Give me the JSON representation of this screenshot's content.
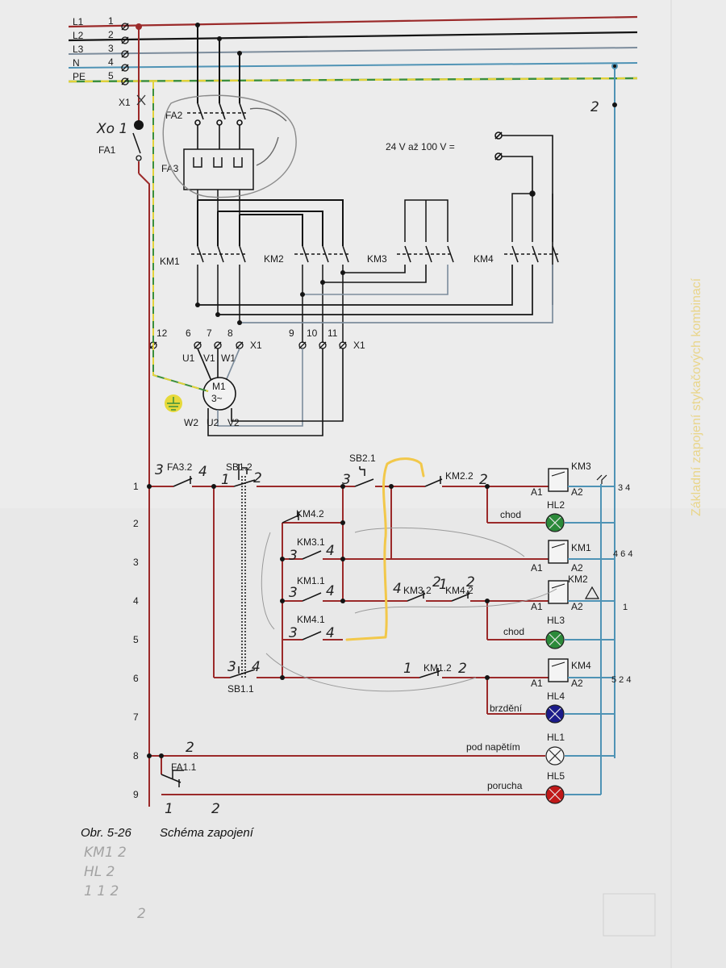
{
  "bus_labels": [
    {
      "name": "L1",
      "num": "1"
    },
    {
      "name": "L2",
      "num": "2"
    },
    {
      "name": "L3",
      "num": "3"
    },
    {
      "name": "N",
      "num": "4"
    },
    {
      "name": "PE",
      "num": "5"
    }
  ],
  "labels": {
    "x1_top": "X1",
    "fa2": "FA2",
    "fa3": "FA3",
    "fa1": "FA1",
    "supply": "24 V až 100 V =",
    "km1": "KM1",
    "km2": "KM2",
    "km3": "KM3",
    "km4": "KM4",
    "t12": "12",
    "t6": "6",
    "t7": "7",
    "t8": "8",
    "x1a": "X1",
    "t9": "9",
    "t10": "10",
    "t11": "11",
    "x1b": "X1",
    "u1": "U1",
    "v1": "V1",
    "w1": "W1",
    "motor1": "M1",
    "motor2": "3~",
    "w2": "W2",
    "u2": "U2",
    "v2": "V2"
  },
  "rows": [
    "1",
    "2",
    "3",
    "4",
    "5",
    "6",
    "7",
    "8",
    "9"
  ],
  "control": {
    "fa3_2": "FA3.2",
    "sb1_2": "SB1.2",
    "sb2_1": "SB2.1",
    "km2_2": "KM2.2",
    "km4_2": "KM4.2",
    "km3_1": "KM3.1",
    "km1_1": "KM1.1",
    "km3_2": "KM3.2",
    "km4_2b": "KM4.2",
    "km4_1": "KM4.1",
    "sb1_1": "SB1.1",
    "km1_2": "KM1.2",
    "fa1_1": "FA1.1",
    "a1": "A1",
    "a2": "A2",
    "coil_km3": "KM3",
    "coil_km1": "KM1",
    "coil_km2": "KM2",
    "coil_km4": "KM4",
    "hl2": "HL2",
    "hl3": "HL3",
    "hl4": "HL4",
    "hl1": "HL1",
    "hl5": "HL5",
    "chod1": "chod",
    "chod2": "chod",
    "brzdeni": "brzdění",
    "pod_napetim": "pod napětím",
    "porucha": "porucha",
    "ref_km3": "3 4",
    "ref_km1": "4 6 4",
    "ref_km2": "1",
    "ref_km4": "5 2 4"
  },
  "handwritten": {
    "x1_mark": "X1",
    "xo": "Xo 1",
    "two_top": "2",
    "h3": "3",
    "h4": "4",
    "h1": "1",
    "h2": "2",
    "scribble_lines": [
      "KM1 2",
      "HL 2",
      "1 1 2",
      "2"
    ]
  },
  "caption": {
    "number": "Obr. 5-26",
    "title": "Schéma zapojení"
  },
  "side_text": "Základní zapojení stykačových kombinací",
  "colors": {
    "paper": "#ececec",
    "black_wire": "#141414",
    "red_wire": "#9b2a2a",
    "blue_wire": "#4f93b5",
    "grey_wire": "#7c8c9c",
    "pe_green": "#3c8f3c",
    "pe_yellow": "#e2d23a",
    "lamp_green": "#2c8a3a",
    "lamp_blue": "#1b1b8a",
    "lamp_red": "#c01818",
    "highlighter": "#f2c84a",
    "ground_symbol": "#e6d93a"
  }
}
